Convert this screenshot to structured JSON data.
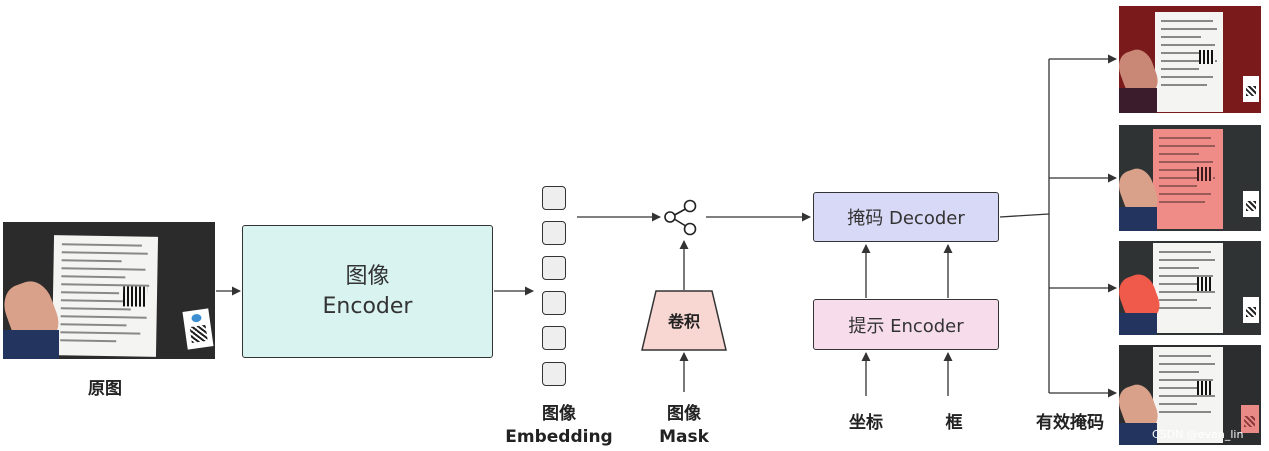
{
  "labels": {
    "original": "原图",
    "image_encoder_line1": "图像",
    "image_encoder_line2": "Encoder",
    "embedding_line1": "图像",
    "embedding_line2": "Embedding",
    "conv": "卷积",
    "mask_line1": "图像",
    "mask_line2": "Mask",
    "mask_decoder": "掩码 Decoder",
    "prompt_encoder": "提示 Encoder",
    "coords": "坐标",
    "box": "框",
    "valid_masks": "有效掩码"
  },
  "watermark": "CSDN @evan_lin",
  "colors": {
    "image_encoder_fill": "#d9f3f1",
    "conv_fill": "#f8d7d3",
    "decoder_fill": "#d8d9f7",
    "prompt_fill": "#f7dcec",
    "mask_overlay_red": "#e54848",
    "output1_bg": "#7a1a1a"
  },
  "icons": [
    "share-icon",
    "arrow-icon"
  ]
}
